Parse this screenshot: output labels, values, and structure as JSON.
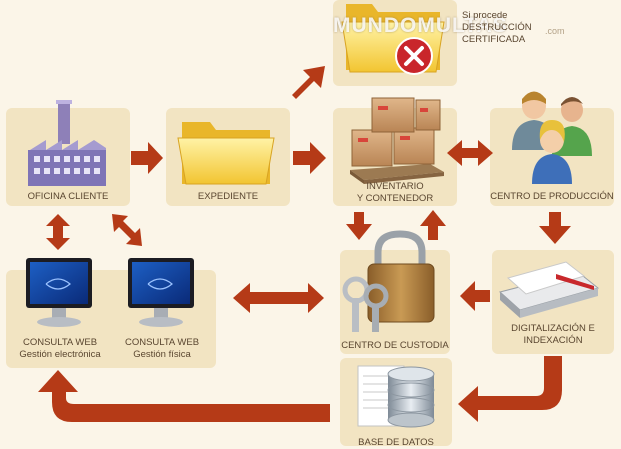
{
  "nodes": {
    "oficina": "OFICINA CLIENTE",
    "expediente": "EXPEDIENTE",
    "inventario_1": "INVENTARIO",
    "inventario_2": "Y CONTENEDOR",
    "produccion": "CENTRO DE PRODUCCIÓN",
    "destruccion_1": "Si procede",
    "destruccion_2": "DESTRUCCIÓN",
    "destruccion_3": "CERTIFICADA",
    "consulta_e_1": "CONSULTA WEB",
    "consulta_e_2": "Gestión electrónica",
    "consulta_f_1": "CONSULTA WEB",
    "consulta_f_2": "Gestión física",
    "custodia": "CENTRO DE CUSTODIA",
    "digitalizacion_1": "DIGITALIZACIÓN E",
    "digitalizacion_2": "INDEXACIÓN",
    "base_datos": "BASE DE DATOS"
  },
  "watermark": {
    "text": "MUNDOMULTAS",
    "suffix": ".com"
  },
  "colors": {
    "arrow": "#b53a17",
    "panel": "#f2e4c2",
    "background": "#fbf5e8"
  },
  "icons": {
    "oficina": "factory-icon",
    "expediente": "folder-icon",
    "inventario": "boxes-pallet-icon",
    "produccion": "people-group-icon",
    "destruccion": "folder-delete-icon",
    "consulta_e": "monitor-icon",
    "consulta_f": "monitor-icon",
    "custodia": "padlock-keys-icon",
    "digitalizacion": "scanner-icon",
    "base_datos": "database-icon"
  }
}
